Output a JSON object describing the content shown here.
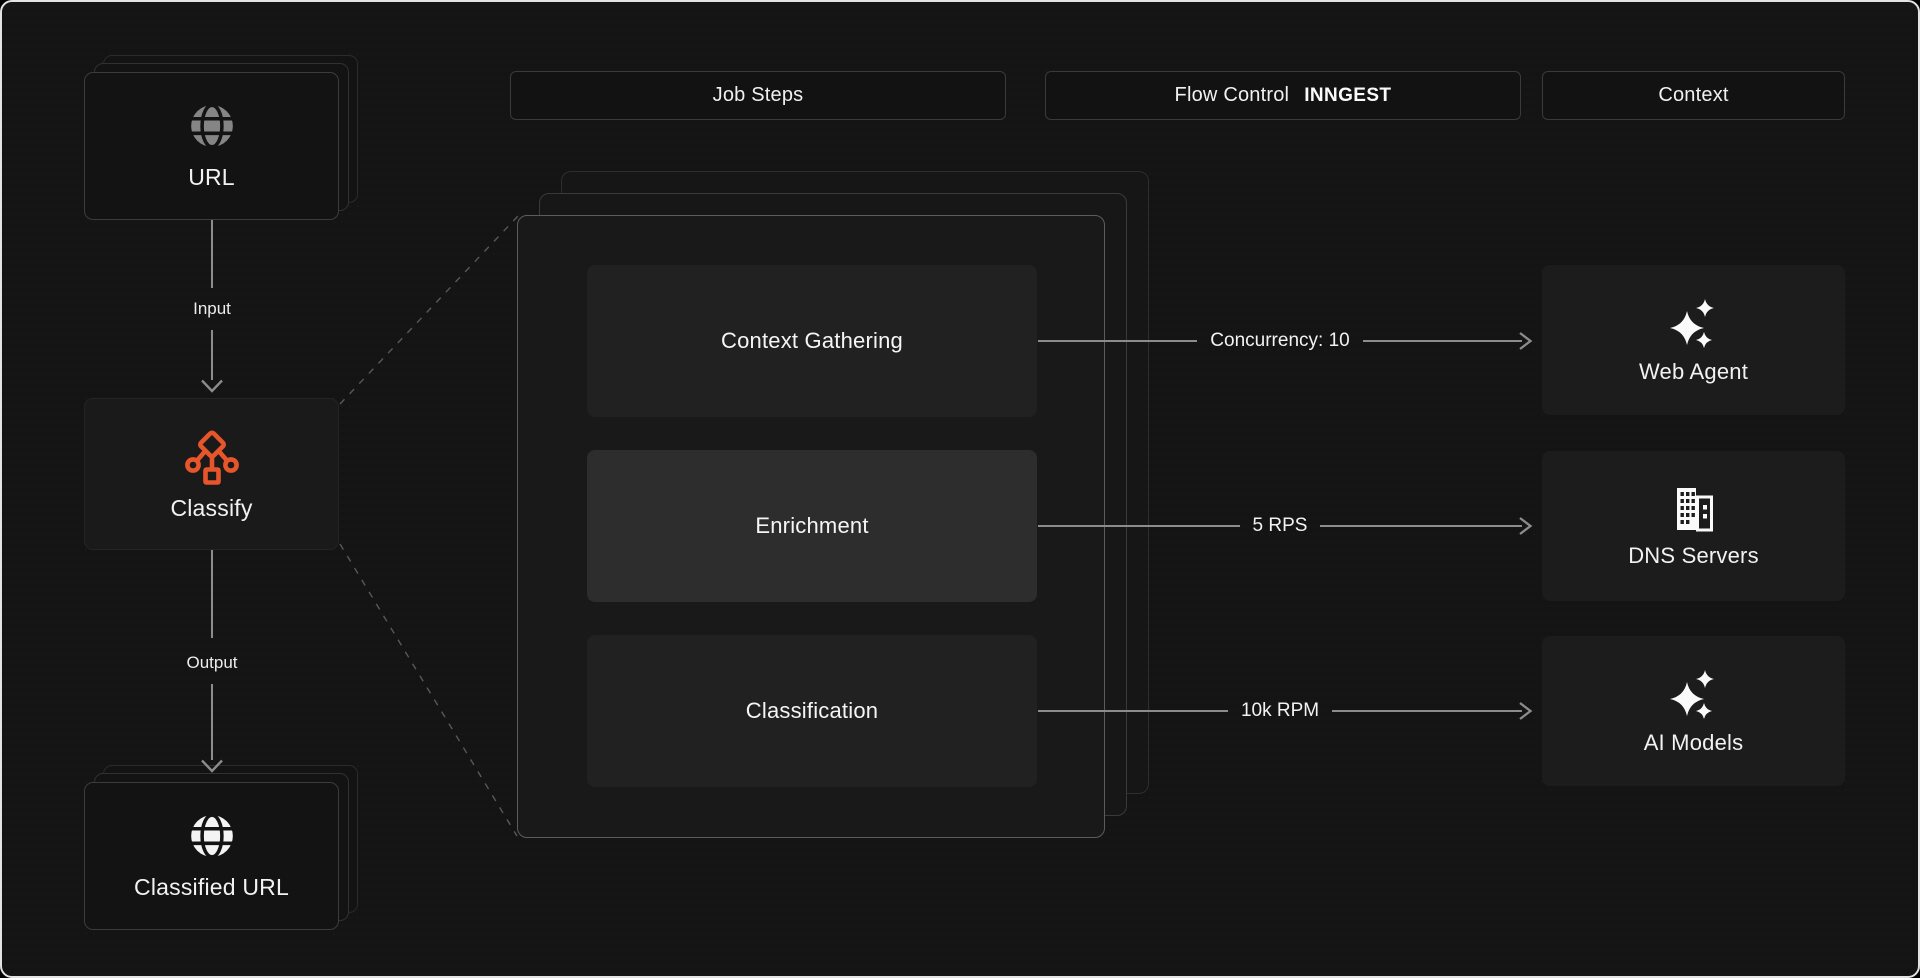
{
  "colors": {
    "background": "#141414",
    "accent_orange": "#E7562A",
    "line_gray": "#8c8c8c"
  },
  "headers": [
    {
      "label": "Job Steps"
    },
    {
      "label": "Flow Control",
      "logo": "INNGEST"
    },
    {
      "label": "Context"
    }
  ],
  "pipeline": {
    "input_node": {
      "label": "URL",
      "icon": "globe-icon"
    },
    "input_edge_label": "Input",
    "process_node": {
      "label": "Classify",
      "icon": "classify-icon"
    },
    "output_edge_label": "Output",
    "output_node": {
      "label": "Classified URL",
      "icon": "globe-icon"
    }
  },
  "job_steps": [
    {
      "label": "Context Gathering"
    },
    {
      "label": "Enrichment"
    },
    {
      "label": "Classification"
    }
  ],
  "flow_controls": [
    {
      "label": "Concurrency: 10"
    },
    {
      "label": "5 RPS"
    },
    {
      "label": "10k RPM"
    }
  ],
  "context_nodes": [
    {
      "label": "Web Agent",
      "icon": "sparkles-icon"
    },
    {
      "label": "DNS Servers",
      "icon": "building-icon"
    },
    {
      "label": "AI Models",
      "icon": "sparkles-icon"
    }
  ]
}
